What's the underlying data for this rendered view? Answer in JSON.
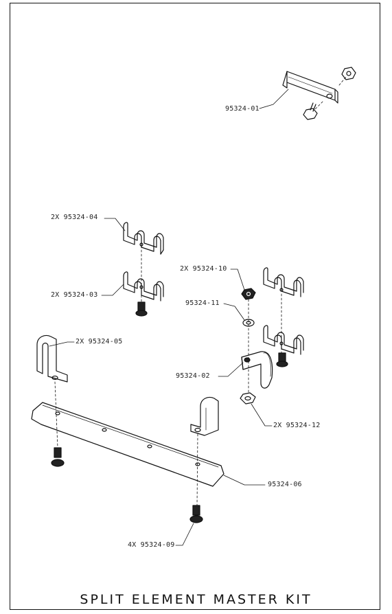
{
  "title": "SPLIT ELEMENT MASTER KIT",
  "labels": {
    "p01": "95324-01",
    "p04": "2X 95324-04",
    "p03": "2X 95324-03",
    "p10": "2X 95324-10",
    "p11": "95324-11",
    "p05": "2X 95324-05",
    "p02": "95324-02",
    "p12": "2X 95324-12",
    "p06": "95324-06",
    "p09": "4X 95324-09"
  }
}
